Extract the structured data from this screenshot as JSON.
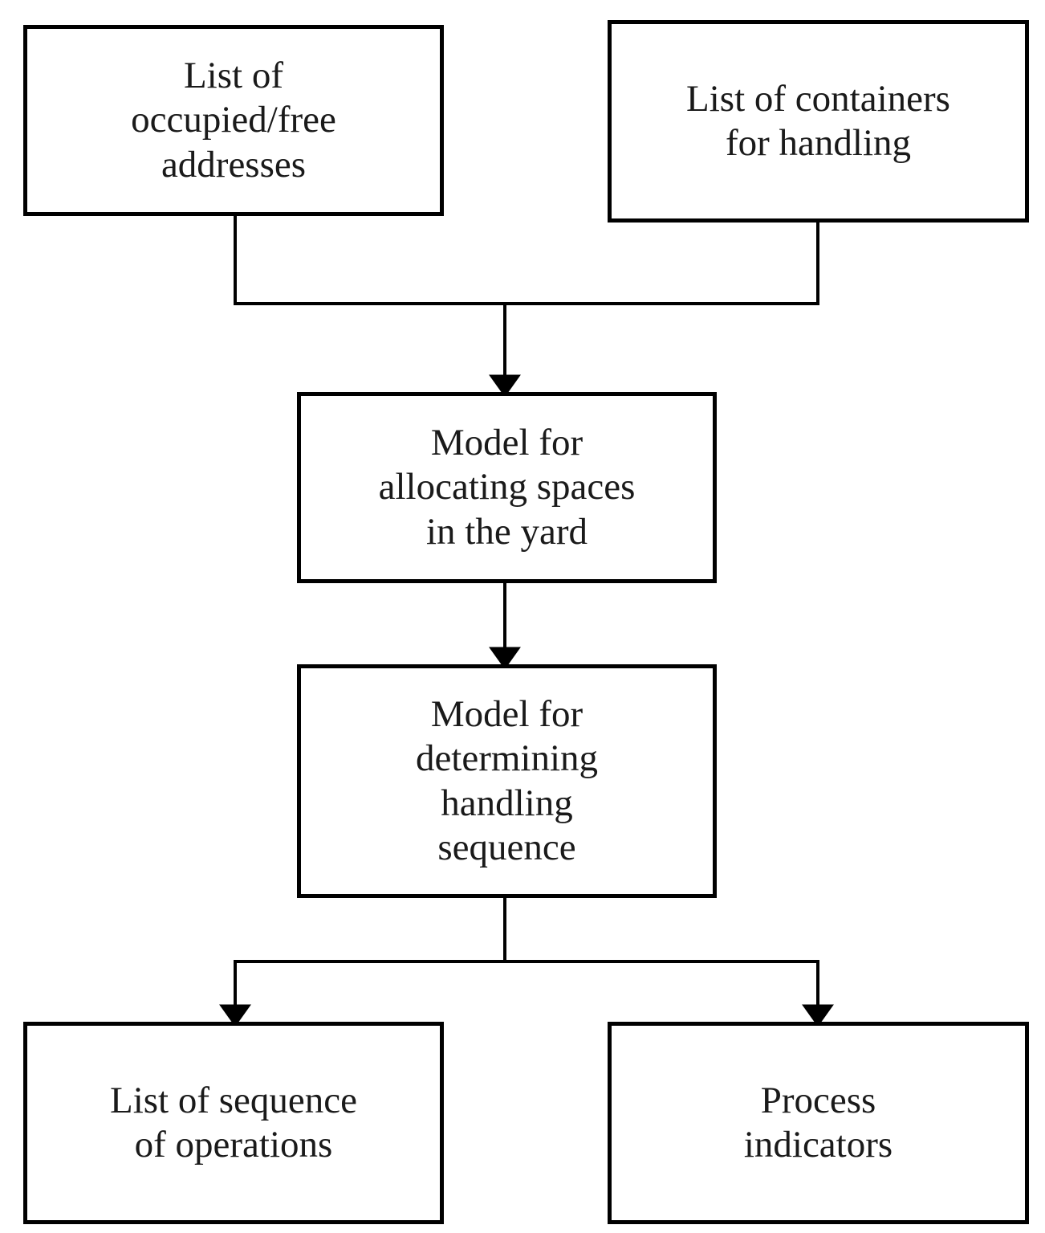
{
  "diagram": {
    "type": "flowchart",
    "orientation": "top-to-bottom",
    "background_color": "#ffffff",
    "line_color": "#000000",
    "text_color": "#1a1a1a",
    "nodes": [
      {
        "id": "occupied-free-addresses",
        "label": "List of\noccupied/free\naddresses",
        "shape": "rectangle",
        "role": "input"
      },
      {
        "id": "containers-for-handling",
        "label": "List of containers\nfor handling",
        "shape": "rectangle",
        "role": "input"
      },
      {
        "id": "allocating-spaces",
        "label": "Model for\nallocating spaces\nin the yard",
        "shape": "rectangle",
        "role": "process"
      },
      {
        "id": "handling-sequence",
        "label": "Model for\ndetermining\nhandling\nsequence",
        "shape": "rectangle",
        "role": "process"
      },
      {
        "id": "sequence-of-operations",
        "label": "List of sequence\nof operations",
        "shape": "rectangle",
        "role": "output"
      },
      {
        "id": "process-indicators",
        "label": "Process\nindicators",
        "shape": "rectangle",
        "role": "output"
      }
    ],
    "edges": [
      {
        "from": "occupied-free-addresses",
        "to": "allocating-spaces",
        "style": "orthogonal-merge",
        "arrowhead": true
      },
      {
        "from": "containers-for-handling",
        "to": "allocating-spaces",
        "style": "orthogonal-merge",
        "arrowhead": true
      },
      {
        "from": "allocating-spaces",
        "to": "handling-sequence",
        "style": "straight",
        "arrowhead": true
      },
      {
        "from": "handling-sequence",
        "to": "sequence-of-operations",
        "style": "orthogonal-split",
        "arrowhead": true
      },
      {
        "from": "handling-sequence",
        "to": "process-indicators",
        "style": "orthogonal-split",
        "arrowhead": true
      }
    ]
  }
}
